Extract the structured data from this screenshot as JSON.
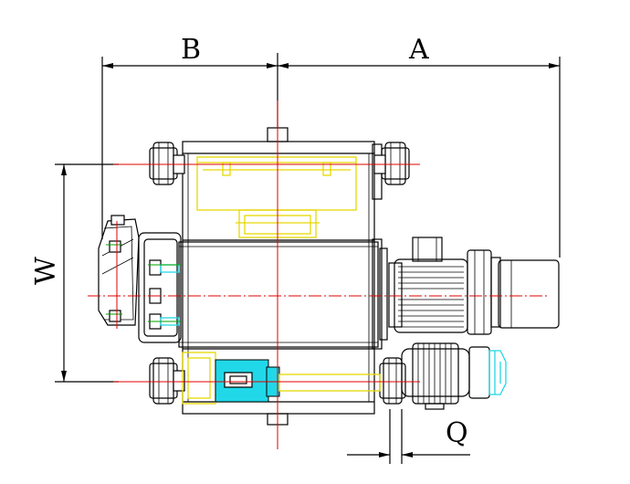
{
  "dimensions": {
    "a_label": "A",
    "b_label": "B",
    "w_label": "W",
    "q_label": "Q"
  },
  "colors": {
    "outline": "#000000",
    "wheel_frame": "#e6d800",
    "centerline": "#e00000",
    "drive_motor": "#20d8e8",
    "detail": "#00a000"
  }
}
